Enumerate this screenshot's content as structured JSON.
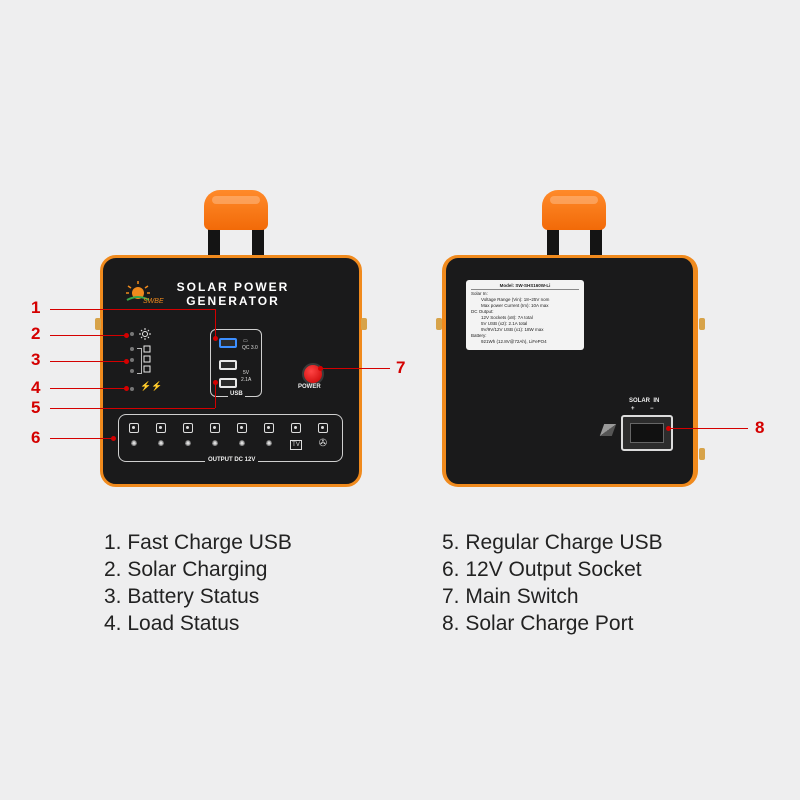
{
  "front": {
    "title_line1": "SOLAR POWER",
    "title_line2": "GENERATOR",
    "logo_text": "SWBE",
    "qc_label": "QC 3.0",
    "usb_rating_line1": "5V",
    "usb_rating_line2": "2.1A",
    "usb_label": "USB",
    "power_label": "POWER",
    "output_label": "OUTPUT DC 12V",
    "tv_label": "TV"
  },
  "back": {
    "model": "Model: SW-SHS160W-Li",
    "solar_in_title": "Solar In:",
    "solar_line1": "Voltage Range (Vin): 18~25V nom",
    "solar_line2": "Max power Current (Im): 10A max",
    "dc_title": "DC Output:",
    "dc_line1": "12V Sockets (x8): 7A total",
    "dc_line2": "5V USB (x2): 2.1A total",
    "dc_line3": "9V/9V/12V USB (x1): 18W max",
    "battery_title": "Battery:",
    "battery_line1": "921Wh (12.8V@72Ah), LiFePO4",
    "solar_port_label": "SOLAR  IN",
    "plus": "+",
    "minus": "−"
  },
  "callouts": [
    "1",
    "2",
    "3",
    "4",
    "5",
    "6",
    "7",
    "8"
  ],
  "legend": [
    "1. Fast Charge USB",
    "2. Solar Charging",
    "3. Battery Status",
    "4. Load Status",
    "5. Regular Charge USB",
    "6. 12V Output Socket",
    "7. Main Switch",
    "8. Solar Charge Port"
  ],
  "icons": {
    "sun": "sun-icon",
    "battery": "battery-icon",
    "load": "load-icon",
    "bulb": "bulb-icon",
    "fan": "fan-icon"
  },
  "colors": {
    "accent_orange": "#f08a1d",
    "callout_red": "#d40000",
    "body_black": "#1a1a1b"
  }
}
